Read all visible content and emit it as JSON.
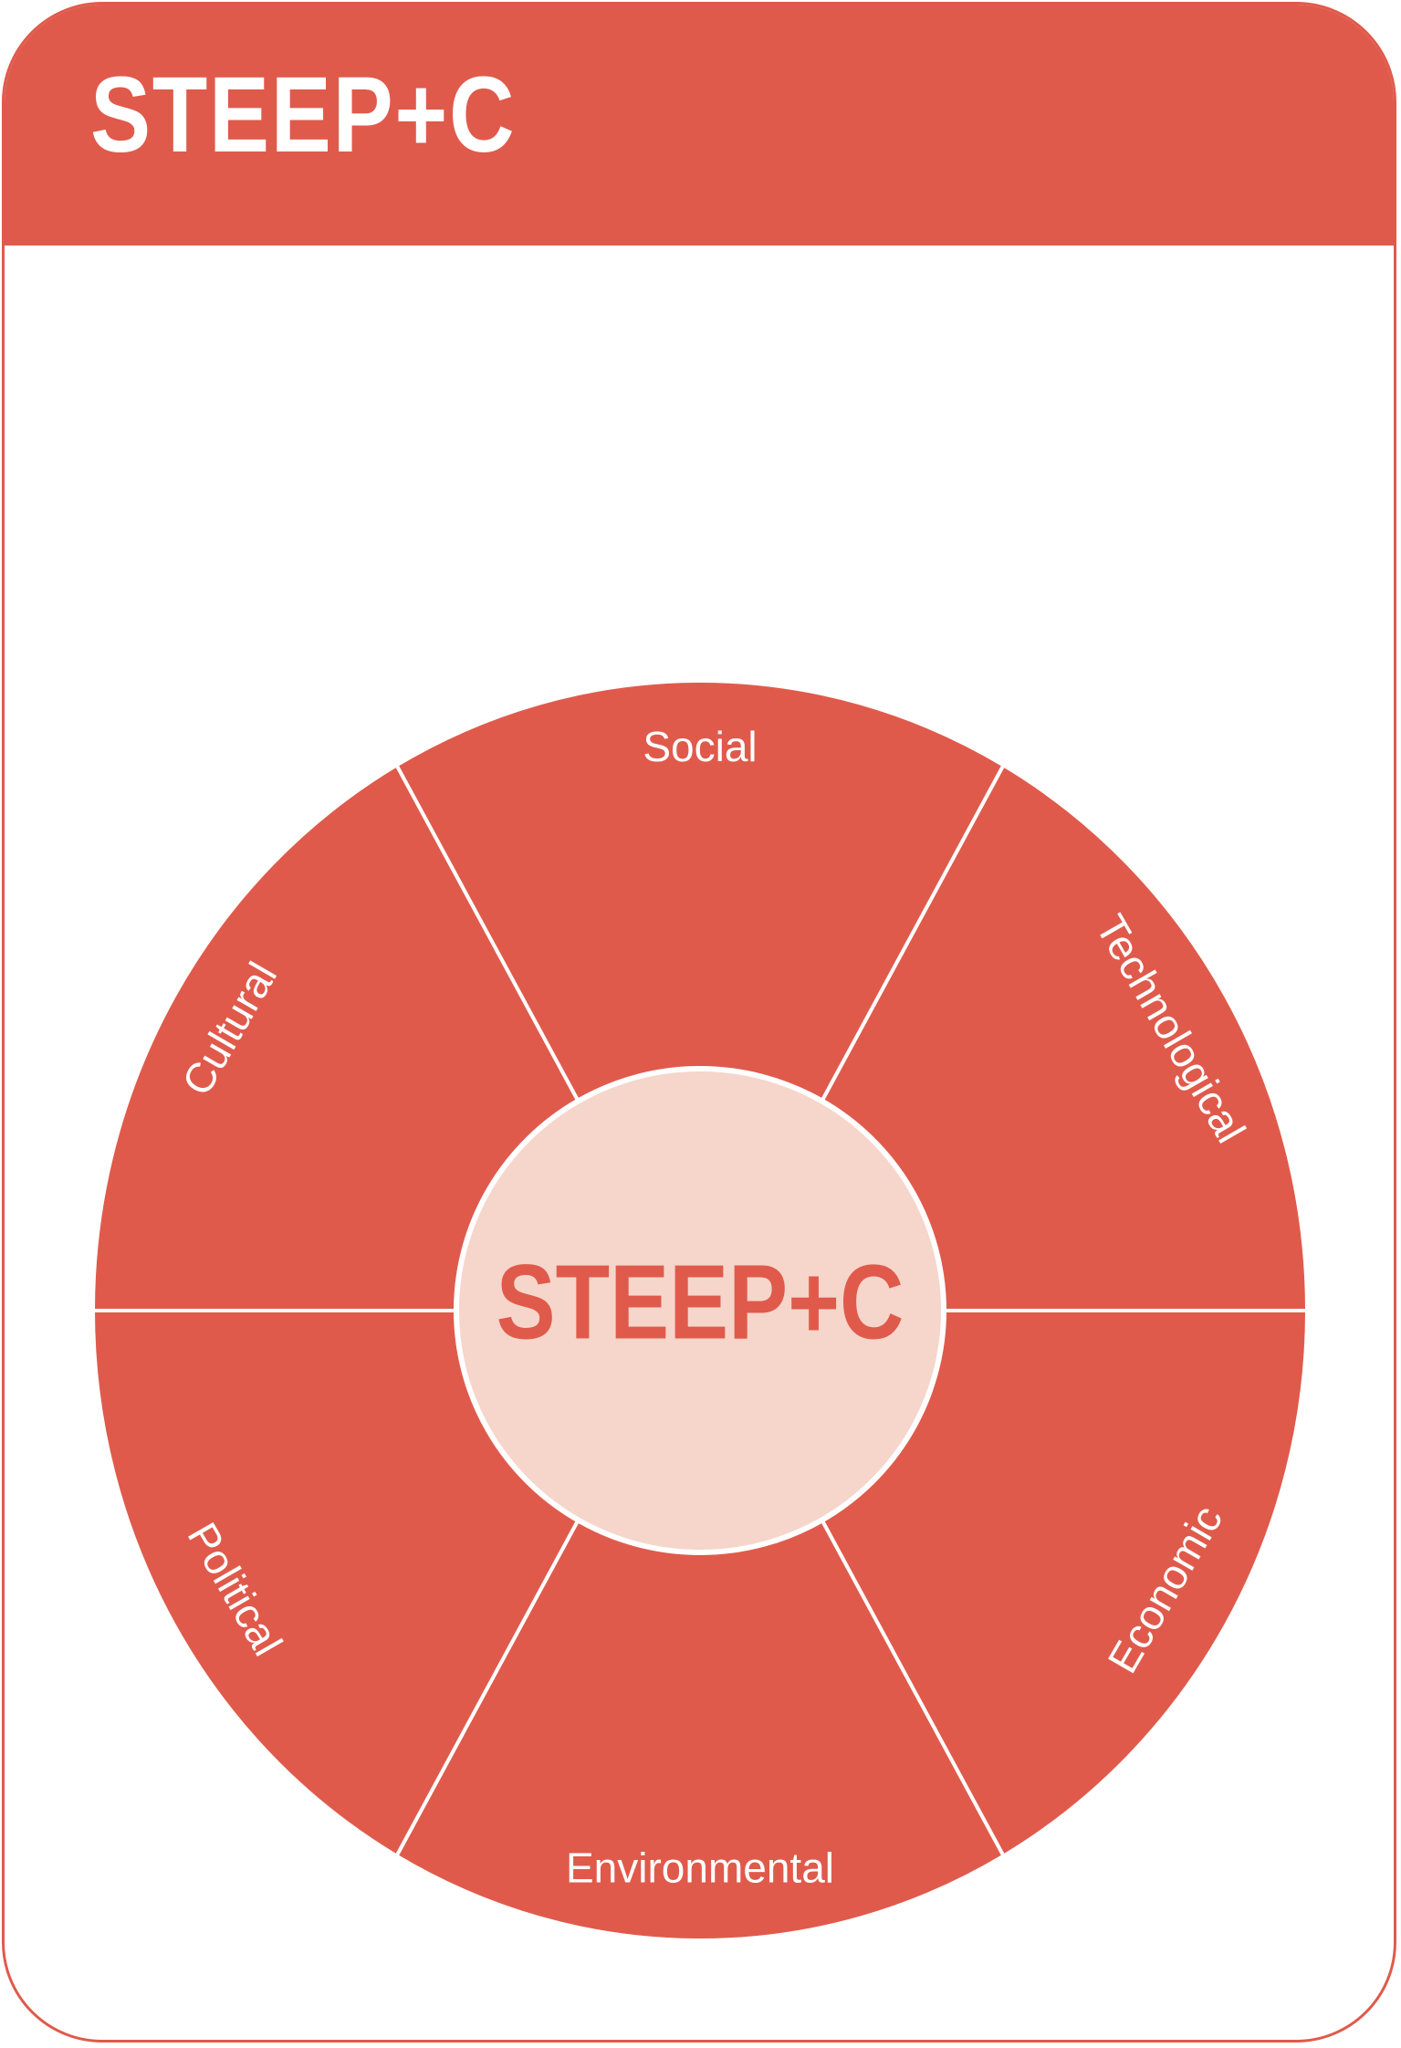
{
  "header": {
    "title": "STEEP+C"
  },
  "wheel": {
    "center_label": "STEEP+C",
    "segments": [
      {
        "label": "Social"
      },
      {
        "label": "Technological"
      },
      {
        "label": "Economic"
      },
      {
        "label": "Environmental"
      },
      {
        "label": "Political"
      },
      {
        "label": "Cultural"
      }
    ]
  },
  "colors": {
    "accent": "#e05a4b",
    "center_fill": "#f6d5cb",
    "divider": "#ffffff"
  }
}
